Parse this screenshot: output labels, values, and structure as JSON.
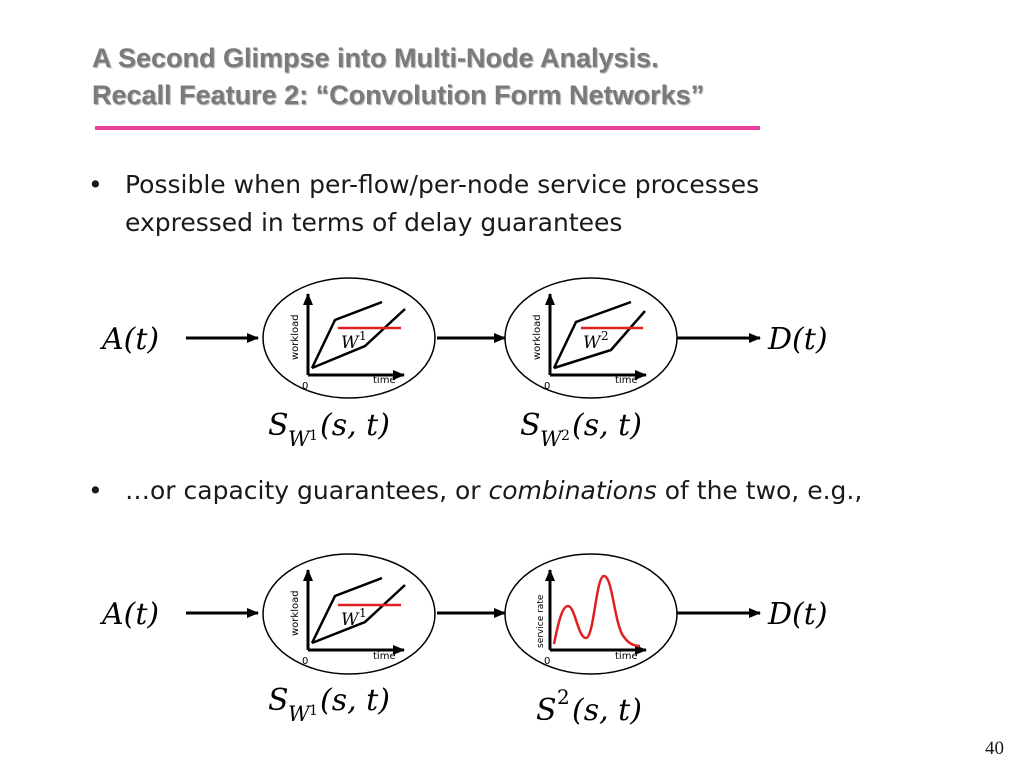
{
  "slide": {
    "title_line1": "A Second Glimpse into Multi-Node Analysis.",
    "title_line2": "Recall Feature 2: “Convolution Form Networks”",
    "page_number": "40"
  },
  "bullets": {
    "b1_line1": "Possible when per-flow/per-node service processes",
    "b1_line2": "expressed in terms of delay guarantees",
    "b2_pre": "…or capacity guarantees, or ",
    "b2_em": "combinations",
    "b2_post": " of the two, e.g.,"
  },
  "diagram1": {
    "input": "A(t)",
    "output": "D(t)",
    "node1": {
      "y_label": "workload",
      "x_label": "time",
      "origin": "0",
      "curve_label": "W",
      "curve_sup": "1"
    },
    "node2": {
      "y_label": "workload",
      "x_label": "time",
      "origin": "0",
      "curve_label": "W",
      "curve_sup": "2"
    },
    "caption1": {
      "base": "S",
      "sub": "W",
      "subsup": "1",
      "args": "(s, t)"
    },
    "caption2": {
      "base": "S",
      "sub": "W",
      "subsup": "2",
      "args": "(s, t)"
    }
  },
  "diagram2": {
    "input": "A(t)",
    "output": "D(t)",
    "node1": {
      "y_label": "workload",
      "x_label": "time",
      "origin": "0",
      "curve_label": "W",
      "curve_sup": "1"
    },
    "node2": {
      "y_label": "service rate",
      "x_label": "time",
      "origin": "0"
    },
    "caption1": {
      "base": "S",
      "sub": "W",
      "subsup": "1",
      "args": "(s, t)"
    },
    "caption2": {
      "base": "S",
      "sup": "2",
      "args": "(s, t)"
    }
  },
  "colors": {
    "title": "#7a7a7a",
    "title_rule": "#ec3fa0",
    "curve_highlight": "#e02020",
    "text": "#1a1a1a"
  }
}
